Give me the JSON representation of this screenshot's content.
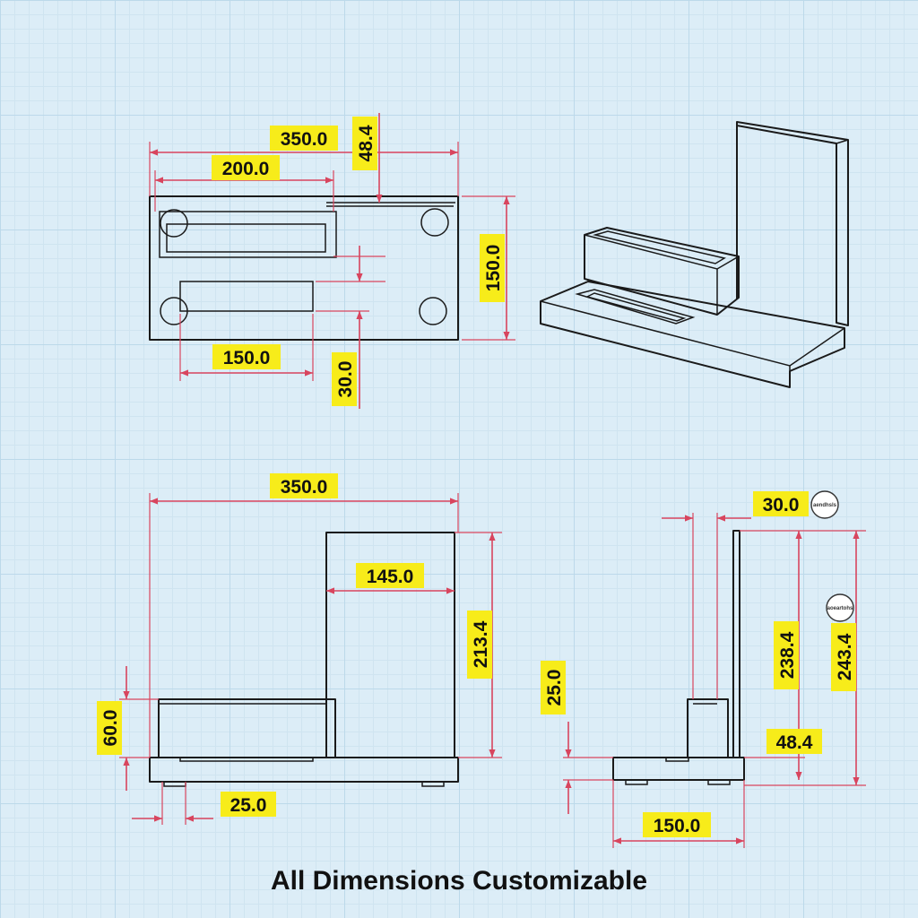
{
  "caption": "All Dimensions Customizable",
  "colors": {
    "background": "#dcedf7",
    "dimension_line": "#d8455e",
    "label_highlight": "#f7ec1a",
    "part_outline": "#1a1a1a"
  },
  "views": {
    "top": {
      "overall_width": "350.0",
      "slot_width": "200.0",
      "offset": "48.4",
      "depth": "150.0",
      "lower_slot_width": "150.0",
      "slot_spacing": "30.0"
    },
    "front": {
      "overall_width": "350.0",
      "panel_width": "145.0",
      "panel_height": "213.4",
      "box_height": "60.0",
      "foot_offset": "25.0"
    },
    "side": {
      "panel_thickness": "30.0",
      "inner_height": "238.4",
      "total_height": "243.4",
      "box_height": "25.0",
      "panel_offset": "48.4",
      "base_depth": "150.0",
      "badge_top": "aendhsls",
      "badge_side": "aoeartohs"
    }
  }
}
